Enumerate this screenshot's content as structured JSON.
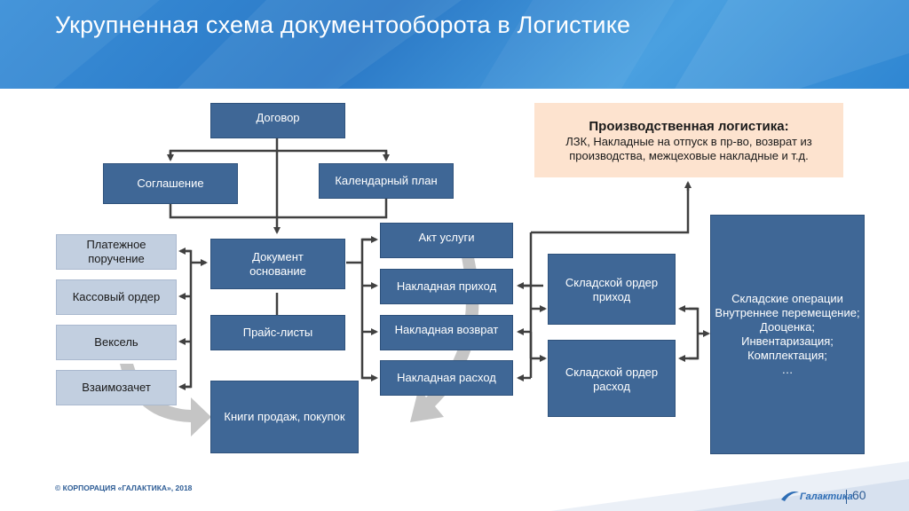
{
  "header": {
    "title": "Укрупненная схема документооборота в Логистике"
  },
  "boxes": {
    "dogovor": "Договор",
    "soglashenie": "Соглашение",
    "kalendarny": "Календарный план",
    "dokument_osnovanie": "Документ основание",
    "praisy": "Прайс-листы",
    "knigi": "Книги продаж, покупок",
    "akt": "Акт услуги",
    "nakl_prihod": "Накладная приход",
    "nakl_vozvrat": "Накладная возврат",
    "nakl_rashod": "Накладная расход",
    "sklad_prihod": "Складской ордер приход",
    "sklad_rashod": "Складской ордер расход"
  },
  "payments": {
    "platezhnoe": "Платежное поручение",
    "kassovy": "Кассовый ордер",
    "veksel": "Вексель",
    "vzaimozachet": "Взаимозачет"
  },
  "production": {
    "heading": "Производственная логистика:",
    "text": "ЛЗК, Накладные на отпуск в пр-во, возврат из производства, межцеховые накладные и т.д."
  },
  "warehouse_ops": {
    "lines": [
      "Складские операции",
      "Внутреннее перемещение;",
      "Дооценка;",
      "Инвентаризация;",
      "Комплектация;",
      "…"
    ]
  },
  "footer": {
    "copyright": "© КОРПОРАЦИЯ «ГАЛАКТИКА», 2018",
    "logo_text": "Галактика",
    "page": "60"
  },
  "colors": {
    "box": "#3f6796",
    "light_box": "#c2cfe0",
    "peach": "#fde3cf",
    "header": "#2f86d2",
    "line": "#404040"
  }
}
